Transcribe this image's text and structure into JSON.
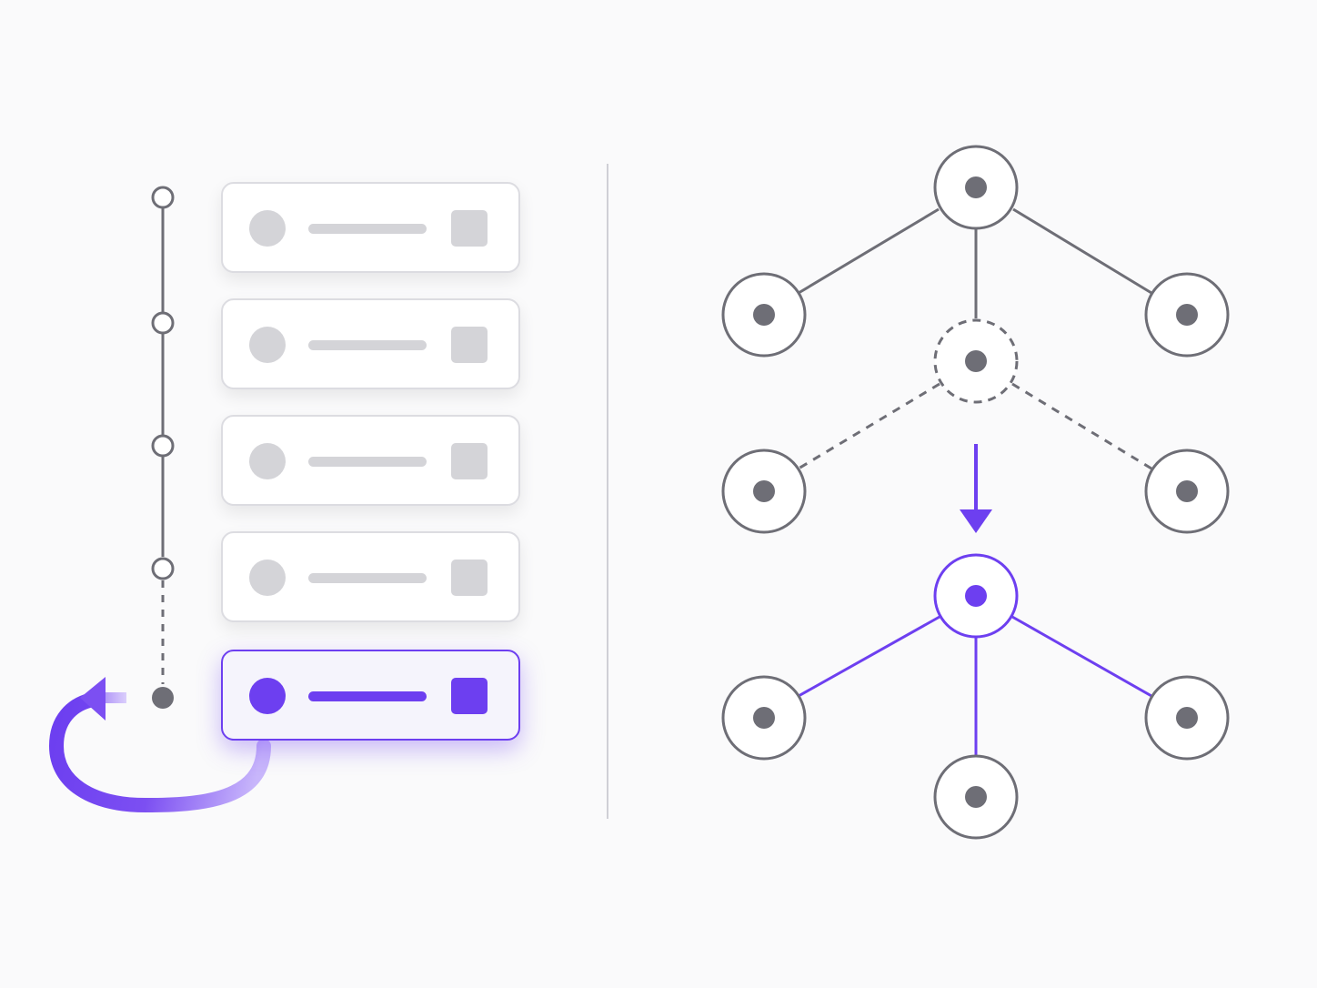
{
  "colors": {
    "background": "#fafafb",
    "accent": "#6d3ff0",
    "line": "#6e6e76",
    "placeholder": "#d4d4d8",
    "divider": "#cfcfd6"
  },
  "list_panel": {
    "items": [
      {
        "state": "inactive"
      },
      {
        "state": "inactive"
      },
      {
        "state": "inactive"
      },
      {
        "state": "inactive"
      },
      {
        "state": "active"
      }
    ],
    "timeline_steps": 5,
    "loop_arrow": "accent"
  },
  "tree_panel": {
    "top_tree": {
      "root": "solid",
      "children": [
        "solid",
        "solid"
      ],
      "middle": "dashed"
    },
    "removed_subtree": {
      "root": "dashed",
      "children": [
        "solid",
        "solid"
      ]
    },
    "transition_arrow": "down-arrow-icon",
    "result_tree": {
      "root": "accent",
      "children": [
        "solid",
        "solid",
        "solid"
      ]
    }
  }
}
